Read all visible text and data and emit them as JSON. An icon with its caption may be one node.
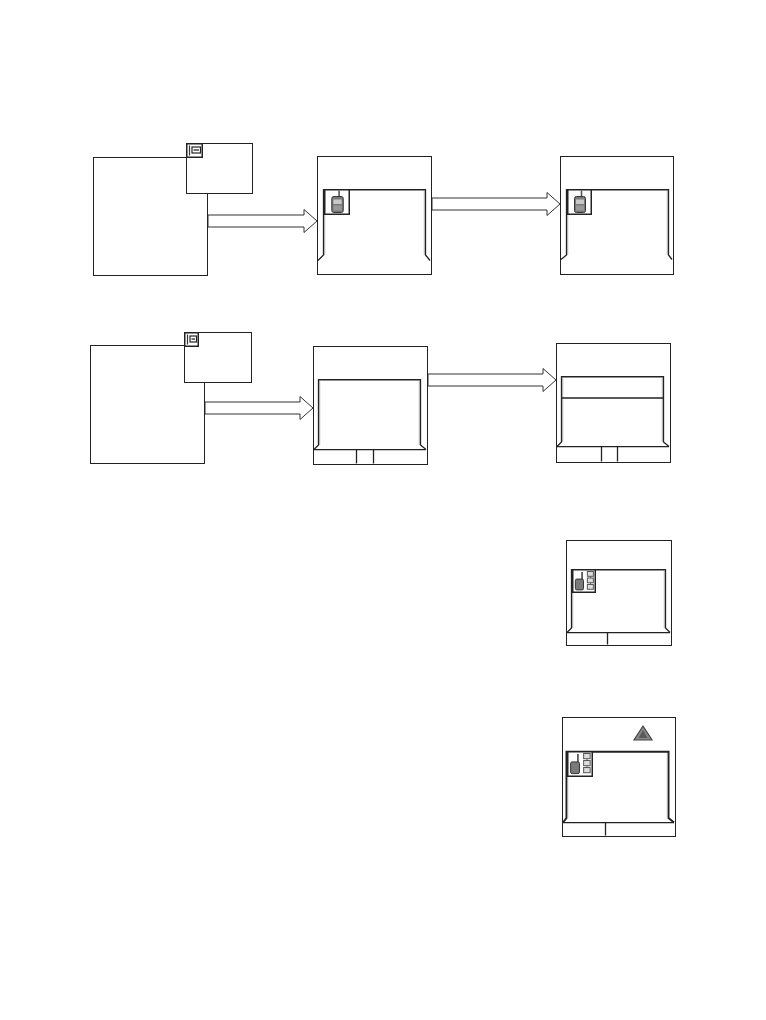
{
  "diagram": {
    "nodes": [
      {
        "text": [],
        "shape": "box"
      },
      {
        "text": [],
        "shape": "box"
      },
      {
        "text": [],
        "shape": "box"
      },
      {
        "text": [],
        "shape": "box"
      },
      {
        "text": [],
        "shape": "box"
      },
      {
        "text": [],
        "shape": "box"
      },
      {
        "text": [],
        "shape": "box"
      },
      {
        "text": [],
        "shape": "box"
      },
      {
        "text": [],
        "shape": "box"
      },
      {
        "text": [],
        "shape": "box"
      }
    ],
    "edges": [
      {
        "from": 0,
        "to": 2,
        "arrow": "to"
      },
      {
        "from": 2,
        "to": 3,
        "arrow": "to"
      },
      {
        "from": 4,
        "to": 6,
        "arrow": "to"
      },
      {
        "from": 6,
        "to": 7,
        "arrow": "to"
      }
    ]
  }
}
